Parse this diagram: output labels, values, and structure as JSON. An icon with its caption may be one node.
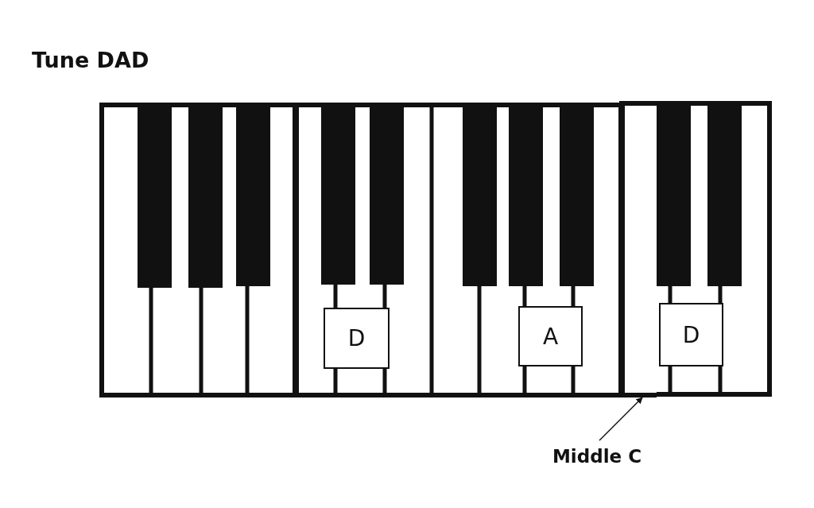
{
  "diagram": {
    "title": "Tune DAD",
    "nodes": [
      {
        "text": [
          "D"
        ]
      },
      {
        "text": [
          "A"
        ]
      },
      {
        "text": [
          "D"
        ]
      },
      {
        "text": [],
        "shape": "box"
      },
      {
        "text": [
          "Middle C"
        ]
      }
    ],
    "edges": [
      {
        "from": 4,
        "to": 3,
        "arrow": "to"
      }
    ]
  }
}
